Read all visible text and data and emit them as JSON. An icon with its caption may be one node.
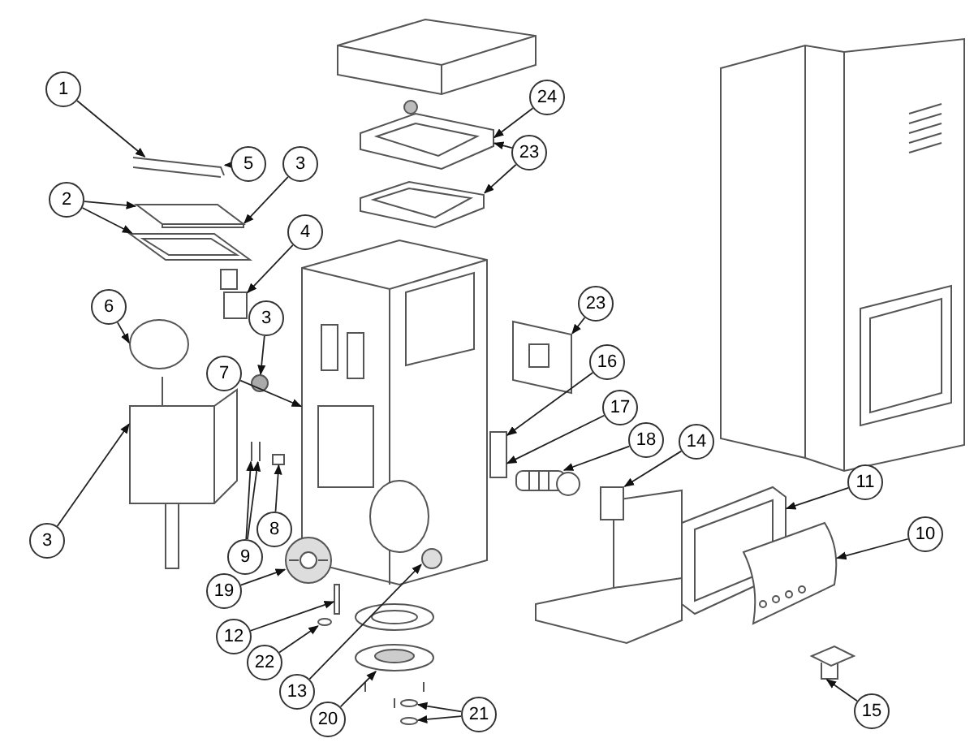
{
  "diagram": {
    "nodes": [
      {
        "text": [
          "1"
        ]
      },
      {
        "text": [
          "24"
        ]
      },
      {
        "text": [
          "23"
        ]
      },
      {
        "text": [
          "5"
        ]
      },
      {
        "text": [
          "3"
        ]
      },
      {
        "text": [
          "2"
        ]
      },
      {
        "text": [
          "4"
        ]
      },
      {
        "text": [
          "23"
        ]
      },
      {
        "text": [
          "6"
        ]
      },
      {
        "text": [
          "3"
        ]
      },
      {
        "text": [
          "16"
        ]
      },
      {
        "text": [
          "7"
        ]
      },
      {
        "text": [
          "17"
        ]
      },
      {
        "text": [
          "18"
        ]
      },
      {
        "text": [
          "14"
        ]
      },
      {
        "text": [
          "11"
        ]
      },
      {
        "text": [
          "8"
        ]
      },
      {
        "text": [
          "10"
        ]
      },
      {
        "text": [
          "3"
        ]
      },
      {
        "text": [
          "9"
        ]
      },
      {
        "text": [
          "19"
        ]
      },
      {
        "text": [
          "12"
        ]
      },
      {
        "text": [
          "22"
        ]
      },
      {
        "text": [
          "13"
        ]
      },
      {
        "text": [
          "15"
        ]
      },
      {
        "text": [
          "21"
        ]
      },
      {
        "text": [
          "20"
        ]
      },
      {
        "text": [],
        "shape": "picture"
      },
      {
        "text": [],
        "shape": "picture"
      },
      {
        "text": [],
        "shape": "picture"
      },
      {
        "text": [],
        "shape": "picture"
      },
      {
        "text": [],
        "shape": "picture"
      },
      {
        "text": [],
        "shape": "picture"
      },
      {
        "text": [],
        "shape": "picture"
      },
      {
        "text": [],
        "shape": "circle"
      },
      {
        "text": [],
        "shape": "picture"
      },
      {
        "text": [],
        "shape": "picture"
      },
      {
        "text": [],
        "shape": "circle"
      },
      {
        "text": [],
        "shape": "box"
      },
      {
        "text": [],
        "shape": "picture"
      },
      {
        "text": [],
        "shape": "box"
      },
      {
        "text": [],
        "shape": "picture"
      },
      {
        "text": [],
        "shape": "picture"
      },
      {
        "text": [],
        "shape": "picture"
      },
      {
        "text": [],
        "shape": "picture"
      },
      {
        "text": [],
        "shape": "picture"
      },
      {
        "text": [],
        "shape": "circle",
        "in": 32
      },
      {
        "text": [],
        "shape": "box"
      },
      {
        "text": [],
        "shape": "circle"
      },
      {
        "text": [],
        "shape": "picture"
      },
      {
        "text": [],
        "shape": "picture"
      },
      {
        "text": [],
        "shape": "picture"
      }
    ],
    "edges": [
      {
        "from": 0,
        "to": 28,
        "arrow": "to"
      },
      {
        "from": 1,
        "to": 27,
        "arrow": "to"
      },
      {
        "from": 2,
        "to": 27,
        "arrow": "to"
      },
      {
        "from": 2,
        "to": 29,
        "arrow": "to"
      },
      {
        "from": 3,
        "to": 28,
        "arrow": "to"
      },
      {
        "from": 4,
        "to": 30,
        "arrow": "to"
      },
      {
        "from": 5,
        "to": 30,
        "arrow": "to"
      },
      {
        "from": 5,
        "to": 31,
        "arrow": "to"
      },
      {
        "from": 6,
        "to": 33,
        "arrow": "to"
      },
      {
        "from": 7,
        "to": 35,
        "arrow": "to"
      },
      {
        "from": 8,
        "to": 34,
        "arrow": "to"
      },
      {
        "from": 9,
        "to": 37,
        "arrow": "to"
      },
      {
        "from": 10,
        "to": 38,
        "arrow": "to"
      },
      {
        "from": 11,
        "to": 32,
        "arrow": "to"
      },
      {
        "from": 12,
        "to": 38,
        "arrow": "to"
      },
      {
        "from": 13,
        "to": 41,
        "arrow": "to"
      },
      {
        "from": 14,
        "to": 43,
        "arrow": "to"
      },
      {
        "from": 15,
        "to": 42,
        "arrow": "to"
      },
      {
        "from": 16,
        "to": 40,
        "arrow": "to"
      },
      {
        "from": 17,
        "to": 44,
        "arrow": "to"
      },
      {
        "from": 18,
        "to": 36,
        "arrow": "to"
      },
      {
        "from": 19,
        "to": 39,
        "arrow": "to"
      },
      {
        "from": 19,
        "to": 39,
        "arrow": "to"
      },
      {
        "from": 20,
        "to": 45,
        "arrow": "to"
      },
      {
        "from": 21,
        "to": 47,
        "arrow": "to"
      },
      {
        "from": 22,
        "to": 48,
        "arrow": "to"
      },
      {
        "from": 23,
        "to": 46,
        "arrow": "to"
      },
      {
        "from": 24,
        "to": 50,
        "arrow": "to"
      },
      {
        "from": 25,
        "to": 51,
        "arrow": "to"
      },
      {
        "from": 25,
        "to": 51,
        "arrow": "to"
      },
      {
        "from": 26,
        "to": 49,
        "arrow": "to"
      }
    ]
  }
}
